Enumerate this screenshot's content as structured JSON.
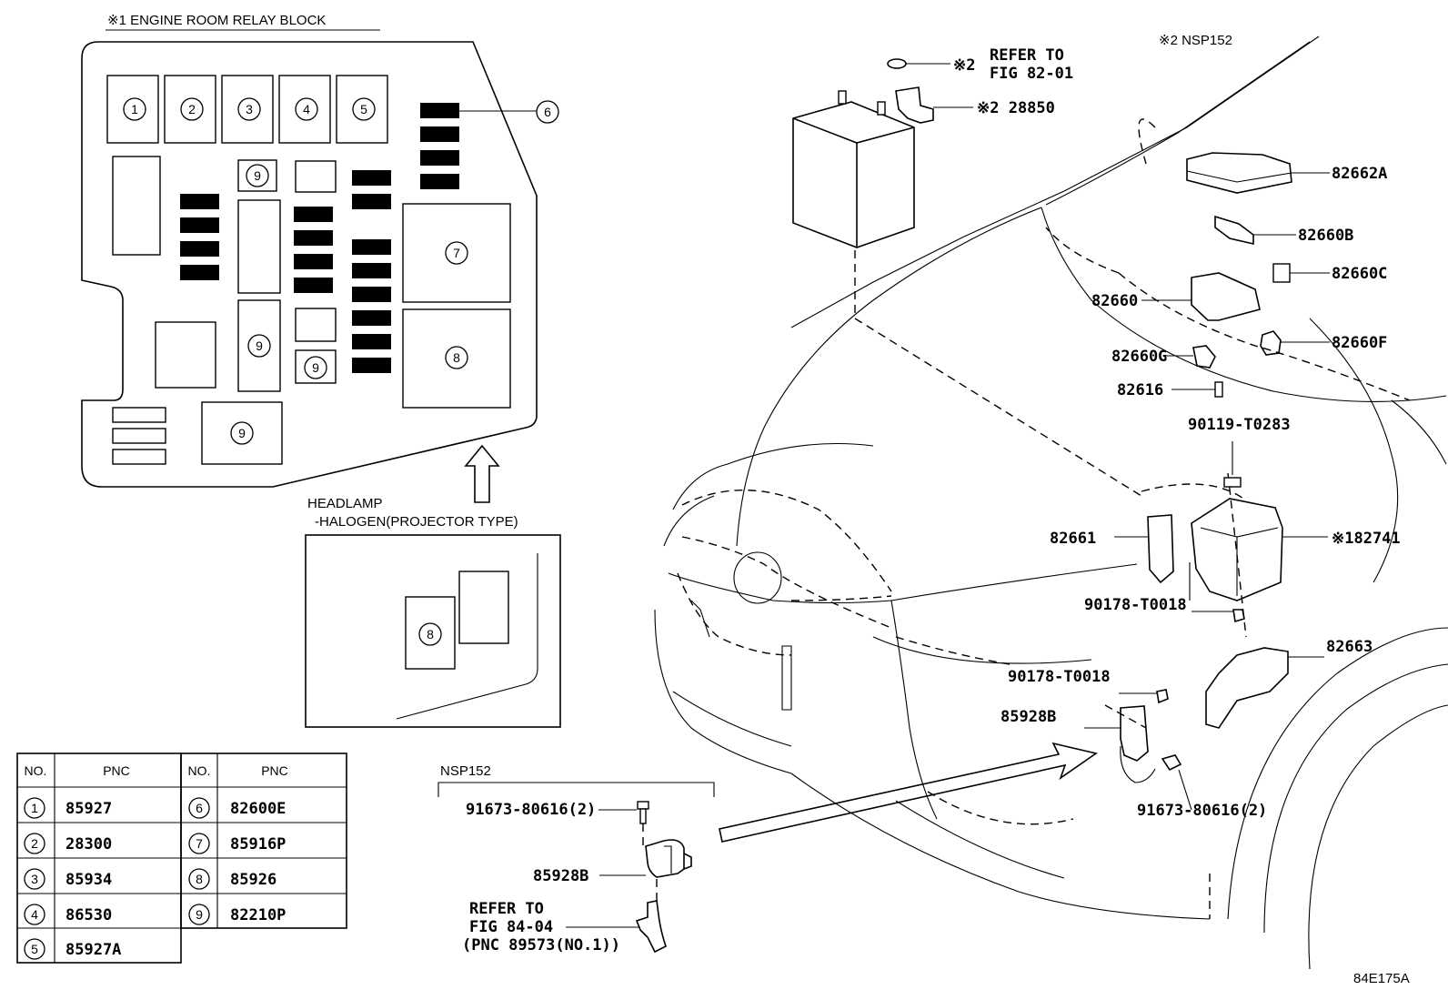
{
  "relay_block": {
    "title": "※1 ENGINE ROOM RELAY BLOCK",
    "nums": [
      "1",
      "2",
      "3",
      "4",
      "5",
      "6",
      "7",
      "8",
      "9"
    ]
  },
  "headlamp": {
    "line1": "HEADLAMP",
    "line2": "-HALOGEN(PROJECTOR TYPE)",
    "num": "8"
  },
  "table": {
    "col_no": "NO.",
    "col_pnc": "PNC",
    "rows": [
      {
        "no": "1",
        "pnc": "85927"
      },
      {
        "no": "2",
        "pnc": "28300"
      },
      {
        "no": "3",
        "pnc": "85934"
      },
      {
        "no": "4",
        "pnc": "86530"
      },
      {
        "no": "5",
        "pnc": "85927A"
      },
      {
        "no": "6",
        "pnc": "82600E"
      },
      {
        "no": "7",
        "pnc": "85916P"
      },
      {
        "no": "8",
        "pnc": "85926"
      },
      {
        "no": "9",
        "pnc": "82210P"
      }
    ]
  },
  "nsp_detail": {
    "title": "NSP152",
    "bolt": "91673-80616(2)",
    "sensor": "85928B",
    "refer1": "REFER TO",
    "refer2": "FIG 84-04",
    "refer3": "(PNC 89573(NO.1))"
  },
  "main": {
    "nsp_note": "※2 NSP152",
    "refer_a1": "REFER TO",
    "refer_a2": "FIG 82-01",
    "mark2": "※2",
    "p28850": "※2 28850",
    "p82662A": "82662A",
    "p82660B": "82660B",
    "p82660C": "82660C",
    "p82660": "82660",
    "p82660F": "82660F",
    "p82660G": "82660G",
    "p82616": "82616",
    "p90119": "90119-T0283",
    "p82661": "82661",
    "p82741": "※182741",
    "p90178a": "90178-T0018",
    "p90178b": "90178-T0018",
    "p82663": "82663",
    "p85928B": "85928B",
    "p91673": "91673-80616(2)"
  },
  "figure_code": "84E175A"
}
